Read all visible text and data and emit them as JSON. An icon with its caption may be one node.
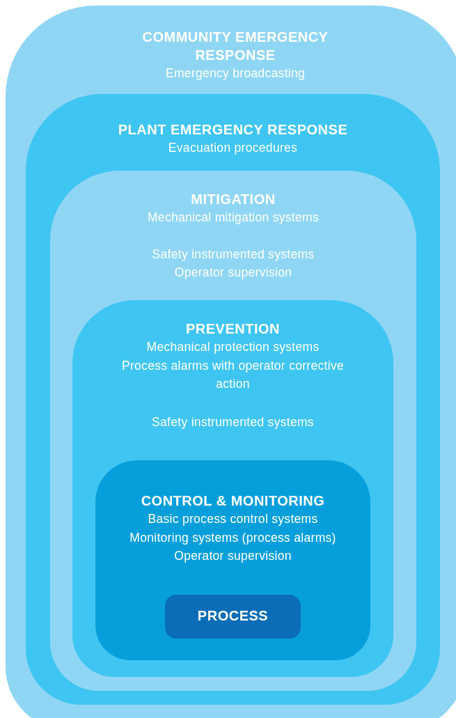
{
  "diagram": {
    "nodes": [
      {
        "text": [
          "COMMUNITY EMERGENCY RESPONSE",
          "Emergency broadcasting"
        ]
      },
      {
        "text": [
          "PLANT EMERGENCY RESPONSE",
          "Evacuation procedures"
        ],
        "in": 0
      },
      {
        "text": [
          "MITIGATION",
          "Mechanical mitigation systems",
          "Safety instrumented systems",
          "Operator supervision"
        ],
        "in": 1
      },
      {
        "text": [
          "PREVENTION",
          "Mechanical protection systems",
          "Process alarms with operator corrective action",
          "Safety instrumented systems"
        ],
        "in": 2
      },
      {
        "text": [
          "CONTROL & MONITORING",
          "Basic process control systems",
          "Monitoring systems (process alarms)",
          "Operator supervision"
        ],
        "in": 3
      },
      {
        "text": [
          "PROCESS"
        ],
        "in": 4
      }
    ]
  }
}
